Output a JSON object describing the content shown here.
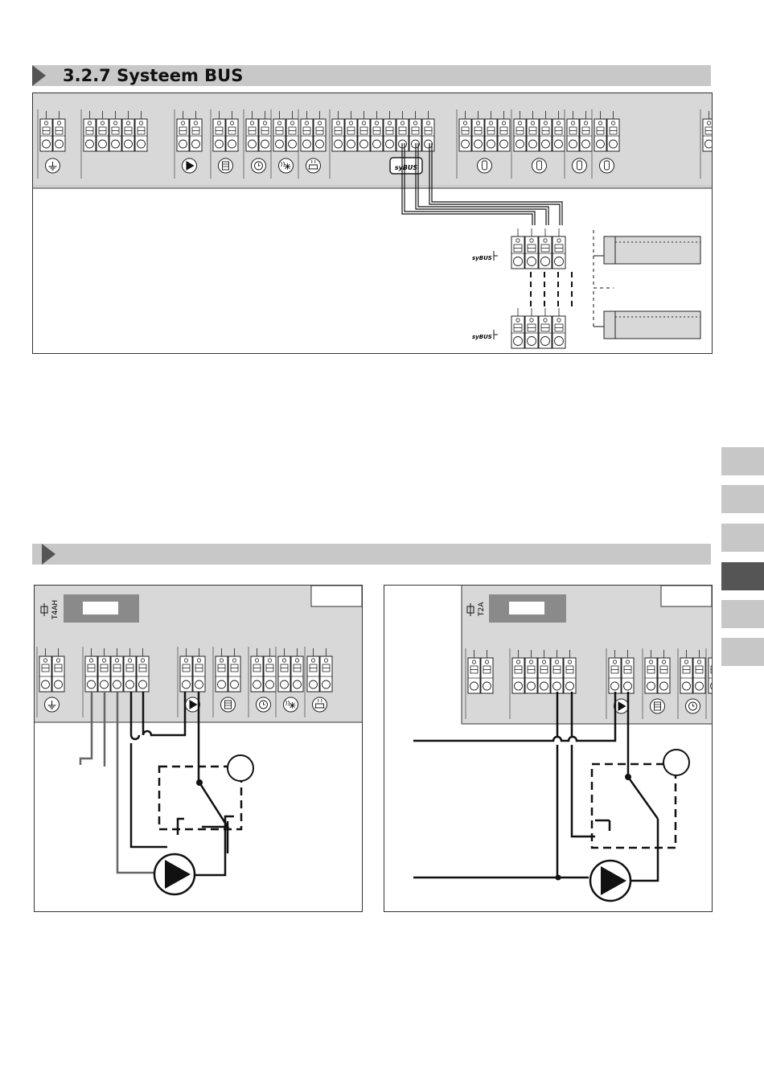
{
  "section1": {
    "title": "3.2.7 Systeem BUS",
    "bus_label": "syBUS"
  },
  "section2": {
    "title": ""
  },
  "diagram_left": {
    "fuse_label": "T4AH"
  },
  "diagram_right": {
    "fuse_label": "T2A"
  },
  "side_tabs": {
    "count": 6,
    "active_index": 3
  },
  "colors": {
    "bar": "#c8c8c8",
    "panel_gray": "#d8d8d8",
    "dark": "#555555",
    "line": "#111111"
  }
}
